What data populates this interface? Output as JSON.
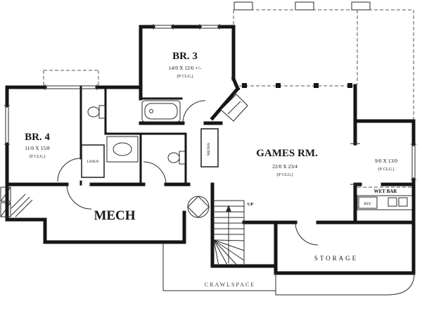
{
  "plan": {
    "rooms": {
      "br3": {
        "name": "BR. 3",
        "dims": "14/0 X 12/6 +/-",
        "ceiling": "(9' CLG.)"
      },
      "br4": {
        "name": "BR. 4",
        "dims": "11/0 X 15/8",
        "ceiling": "(9' CLG.)"
      },
      "games": {
        "name": "GAMES RM.",
        "dims": "22/0 X 23/4",
        "ceiling": "(9' CLG.)"
      },
      "bonus": {
        "dims": "9/0 X 13/0",
        "ceiling": "(9' CLG.)"
      },
      "mech": {
        "name": "MECH"
      },
      "storage": {
        "name": "STORAGE"
      },
      "crawlspace": {
        "name": "CRAWLSPACE"
      }
    },
    "labels": {
      "linen": "LINEN",
      "media": "MEDIA",
      "wet_bar": "WET BAR",
      "ref": "REF.",
      "up": "UP"
    },
    "colors": {
      "wall": "#161616",
      "line": "#2a2a2a",
      "dash": "#555555",
      "background": "#ffffff"
    }
  }
}
